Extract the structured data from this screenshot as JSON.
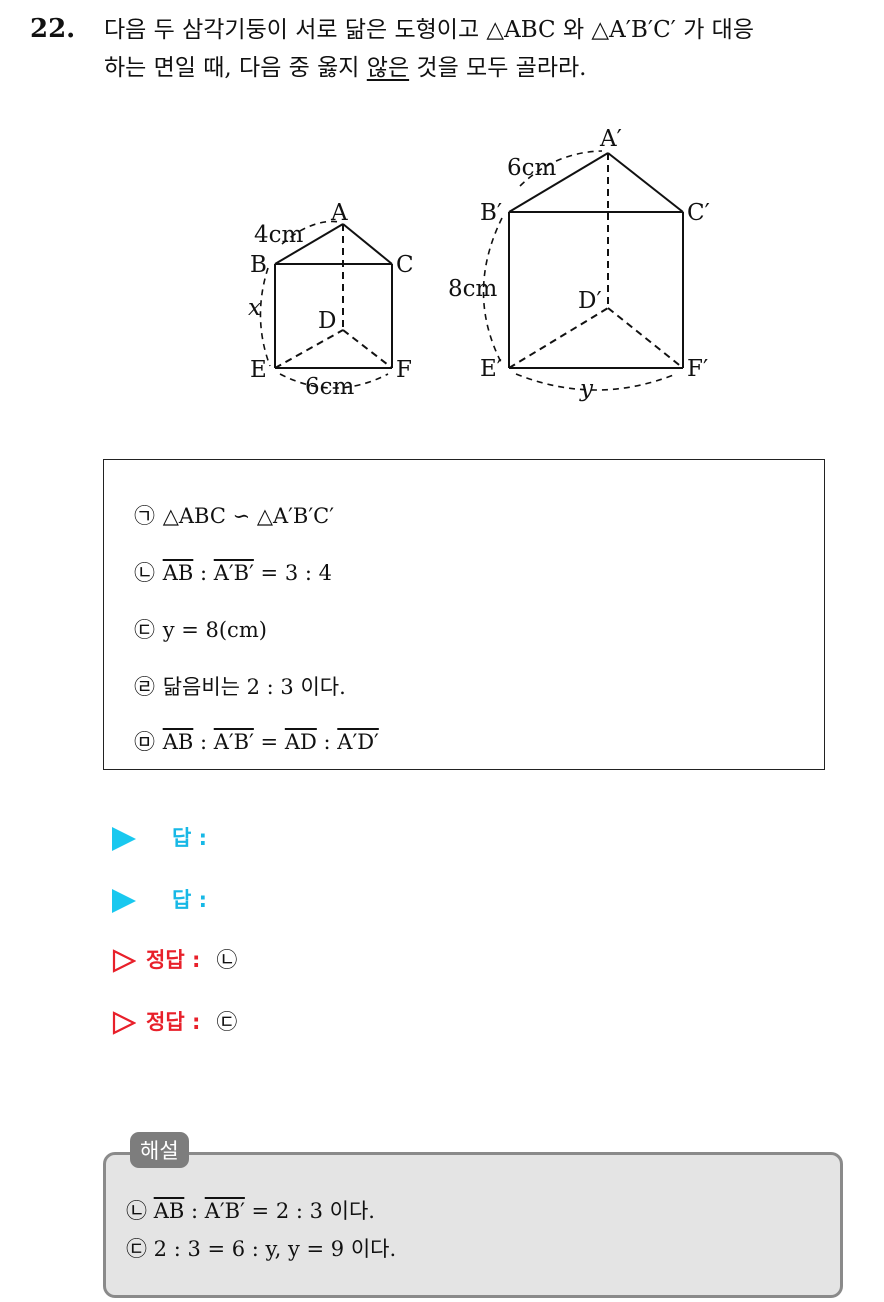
{
  "question": {
    "number": "22.",
    "line1": "다음 두 삼각기둥이 서로 닮은 도형이고 △ABC 와 △A′B′C′ 가 대응",
    "line2_before": "하는 면일 때, 다음 중 옳지 ",
    "line2_underlined": "않은",
    "line2_after": " 것을 모두 골라라."
  },
  "figure": {
    "small_prism": {
      "vertex_a": "A",
      "vertex_b": "B",
      "vertex_c": "C",
      "vertex_d": "D",
      "vertex_e": "E",
      "vertex_f": "F",
      "label_ab": "4cm",
      "label_height": "x",
      "label_ef": "6cm"
    },
    "large_prism": {
      "vertex_a": "A′",
      "vertex_b": "B′",
      "vertex_c": "C′",
      "vertex_d": "D′",
      "vertex_e": "E′",
      "vertex_f": "F′",
      "label_ab": "6cm",
      "label_height": "8cm",
      "label_ef": "y"
    }
  },
  "choices": [
    {
      "marker": "㉠",
      "text": "△ABC ∽ △A′B′C′"
    },
    {
      "marker": "㉡",
      "seg1": "AB",
      "sep": " : ",
      "seg2": "A′B′",
      "rest": " = 3 : 4"
    },
    {
      "marker": "㉢",
      "text": "y = 8(cm)"
    },
    {
      "marker": "㉣",
      "text": "닮음비는 2 : 3 이다."
    },
    {
      "marker": "㉤",
      "seg1": "AB",
      "sep": " : ",
      "seg2": "A′B′",
      "eq": " = ",
      "seg3": "AD",
      "sep2": " : ",
      "seg4": "A′D′"
    }
  ],
  "answers": {
    "blank_label": "답 :",
    "correct_label": "정답 :",
    "correct_values": [
      "㉡",
      "㉢"
    ]
  },
  "explanation": {
    "tag": "해설",
    "line1_marker": "㉡",
    "line1_seg1": "AB",
    "line1_sep": " : ",
    "line1_seg2": "A′B′",
    "line1_rest": " = 2 : 3 이다.",
    "line2": "㉢ 2 : 3 = 6 : y,  y = 9 이다."
  },
  "colors": {
    "answer_blue": "#17b8e6",
    "answer_red": "#e8202a",
    "explain_bg": "#e4e4e4"
  }
}
